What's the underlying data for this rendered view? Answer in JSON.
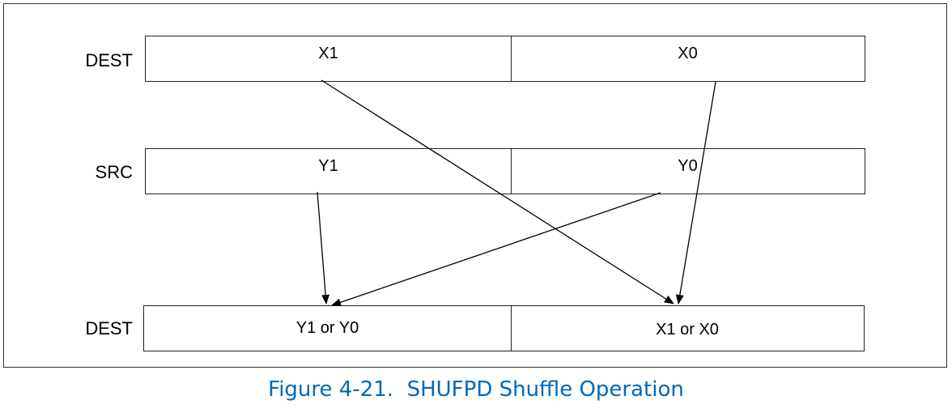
{
  "rows": {
    "dest_top": {
      "label": "DEST",
      "cells": [
        "X1",
        "X0"
      ]
    },
    "src": {
      "label": "SRC",
      "cells": [
        "Y1",
        "Y0"
      ]
    },
    "dest_result": {
      "label": "DEST",
      "cells": [
        "Y1 or Y0",
        "X1 or X0"
      ]
    }
  },
  "caption": {
    "number": "Figure 4-21.",
    "title": "SHUFPD Shuffle Operation"
  },
  "colors": {
    "caption": "#0068b5",
    "lines": "#000000"
  }
}
